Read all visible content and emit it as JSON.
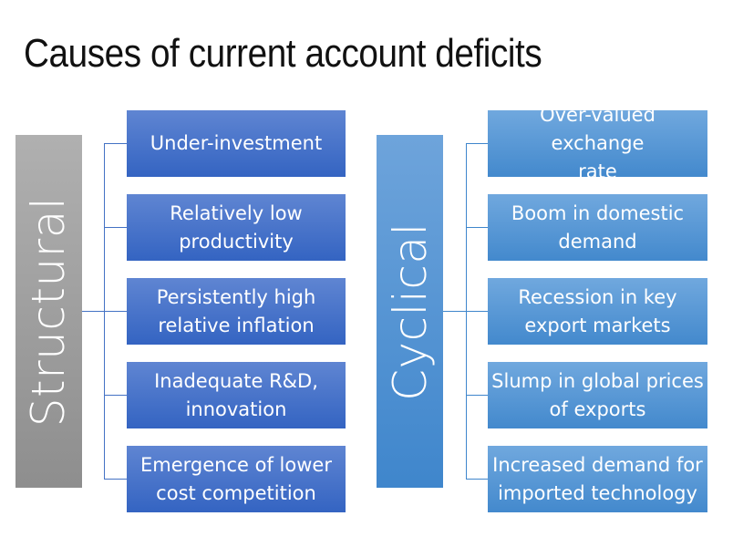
{
  "slide": {
    "title": "Causes of current account deficits"
  },
  "colors": {
    "structural_bar": "#9e9e9e",
    "structural_box": "#4472c4",
    "cyclical_bar": "#5b9bd5",
    "cyclical_box": "#5b9bd5",
    "text": "#ffffff"
  },
  "structural": {
    "label": "Structural",
    "items": [
      {
        "line1": "Under-investment",
        "line2": ""
      },
      {
        "line1": "Relatively low",
        "line2": "productivity"
      },
      {
        "line1": "Persistently high",
        "line2": "relative inflation"
      },
      {
        "line1": "Inadequate R&D,",
        "line2": "innovation"
      },
      {
        "line1": "Emergence of lower",
        "line2": "cost competition"
      }
    ]
  },
  "cyclical": {
    "label": "Cyclical",
    "items": [
      {
        "line1": "Over-valued exchange",
        "line2": "rate"
      },
      {
        "line1": "Boom in domestic",
        "line2": "demand"
      },
      {
        "line1": "Recession in key",
        "line2": "export markets"
      },
      {
        "line1": "Slump in global prices",
        "line2": "of exports"
      },
      {
        "line1": "Increased demand for",
        "line2": "imported technology"
      }
    ]
  }
}
